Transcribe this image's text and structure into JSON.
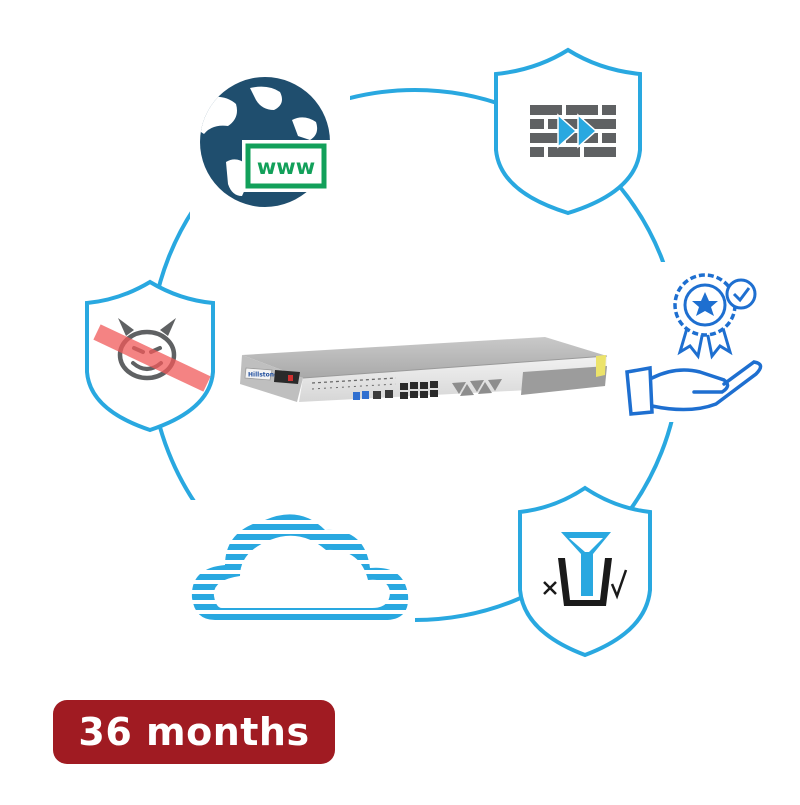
{
  "badge": {
    "label": "36 months"
  },
  "device": {
    "brand_text": "Hillstone"
  },
  "web_icon": {
    "label": "www"
  },
  "colors": {
    "ring": "#29a8e0",
    "globe": "#1f4e6e",
    "www_green": "#12a05a",
    "brick": "#5f6163",
    "badge_bg": "#a01b22",
    "threat_red": "#f05a5a",
    "service_blue": "#1e6fd0"
  },
  "icons": [
    "globe-www-icon",
    "firewall-shield-icon",
    "award-hand-icon",
    "threat-block-shield-icon",
    "cloud-icon",
    "url-filter-shield-icon"
  ]
}
